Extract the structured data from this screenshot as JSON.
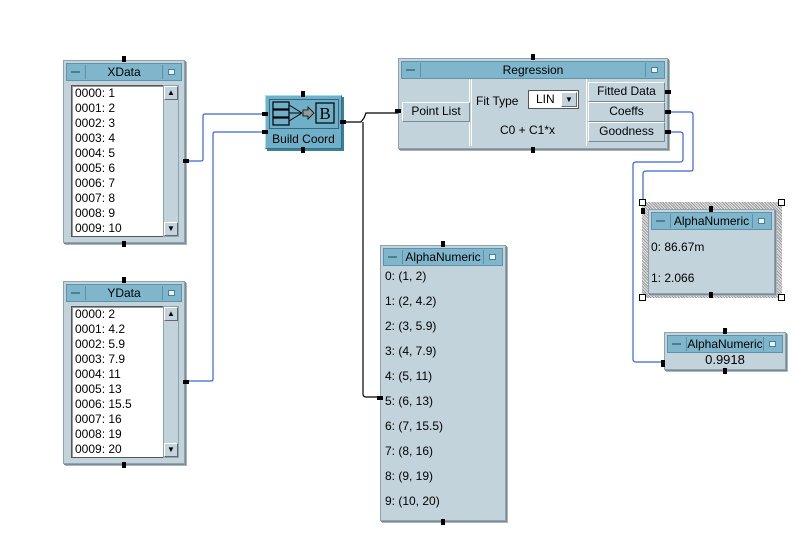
{
  "xdata": {
    "title": "XData",
    "items": [
      "0000: 1",
      "0001: 2",
      "0002: 3",
      "0003: 4",
      "0004: 5",
      "0005: 6",
      "0006: 7",
      "0007: 8",
      "0008: 9",
      "0009: 10"
    ]
  },
  "ydata": {
    "title": "YData",
    "items": [
      "0000: 2",
      "0001: 4.2",
      "0002: 5.9",
      "0003: 7.9",
      "0004: 11",
      "0005: 13",
      "0006: 15.5",
      "0007: 16",
      "0008: 19",
      "0009: 20"
    ]
  },
  "build_coord": {
    "label": "Build Coord",
    "glyph": "B"
  },
  "regression": {
    "title": "Regression",
    "input_label": "Point List",
    "fit_type_label": "Fit Type",
    "fit_type_value": "LIN",
    "formula": "C0 + C1*x",
    "outputs": [
      "Fitted Data",
      "Coeffs",
      "Goodness"
    ]
  },
  "points_display": {
    "title": "AlphaNumeric",
    "items": [
      "0: (1, 2)",
      "1: (2, 4.2)",
      "2: (3, 5.9)",
      "3: (4, 7.9)",
      "4: (5, 11)",
      "5: (6, 13)",
      "6: (7, 15.5)",
      "7: (8, 16)",
      "8: (9, 19)",
      "9: (10, 20)"
    ]
  },
  "coeffs_display": {
    "title": "AlphaNumeric",
    "items": [
      "0: 86.67m",
      "1: 2.066"
    ]
  },
  "goodness_display": {
    "title": "AlphaNumeric",
    "value": "0.9918"
  },
  "colors": {
    "wire_data": "#3a63d8",
    "wire_seq": "#000000",
    "title_bar": "#7fb6cc",
    "panel_bg": "#c3d3dc",
    "build_coord_bg": "#6fb0c8"
  }
}
